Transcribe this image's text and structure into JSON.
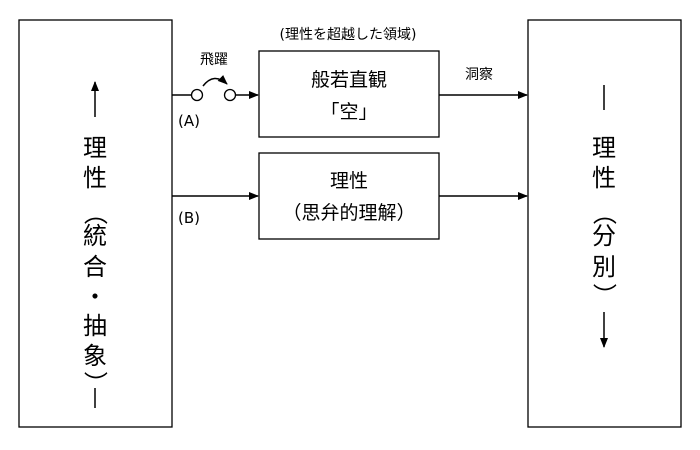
{
  "left_box": {
    "chars": [
      "理",
      "性",
      "（",
      "統",
      "合",
      "・",
      "抽",
      "象",
      "）"
    ]
  },
  "right_box": {
    "chars": [
      "理",
      "性",
      "（",
      "分",
      "別",
      "）"
    ]
  },
  "top_region_label": "(理性を超越した領域)",
  "leap_label": "飛躍",
  "path_a_label": "(A)",
  "path_b_label": "(B)",
  "insight_label": "洞察",
  "prajna_box": {
    "line1": "般若直観",
    "line2": "「空」"
  },
  "reason_box": {
    "line1": "理性",
    "line2": "（思弁的理解）"
  }
}
